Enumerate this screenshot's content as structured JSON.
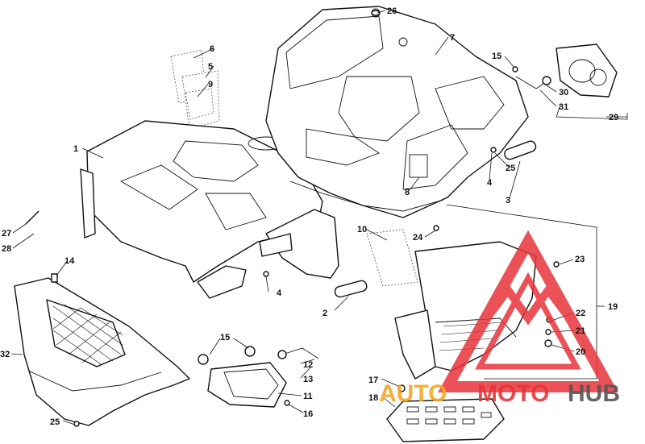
{
  "callouts": [
    "1",
    "2",
    "3",
    "4",
    "4",
    "5",
    "6",
    "7",
    "8",
    "9",
    "10",
    "11",
    "12",
    "13",
    "14",
    "15",
    "15",
    "16",
    "17",
    "18",
    "19",
    "20",
    "21",
    "22",
    "23",
    "24",
    "25",
    "25",
    "26",
    "27",
    "28",
    "29",
    "30",
    "31",
    "32"
  ],
  "watermark": {
    "text_a": "AUTO",
    "text_b": "MOTO",
    "text_c": "HUB",
    "color_primary": "#e8343a",
    "color_secondary": "#f5a623",
    "color_dark": "#555555"
  }
}
